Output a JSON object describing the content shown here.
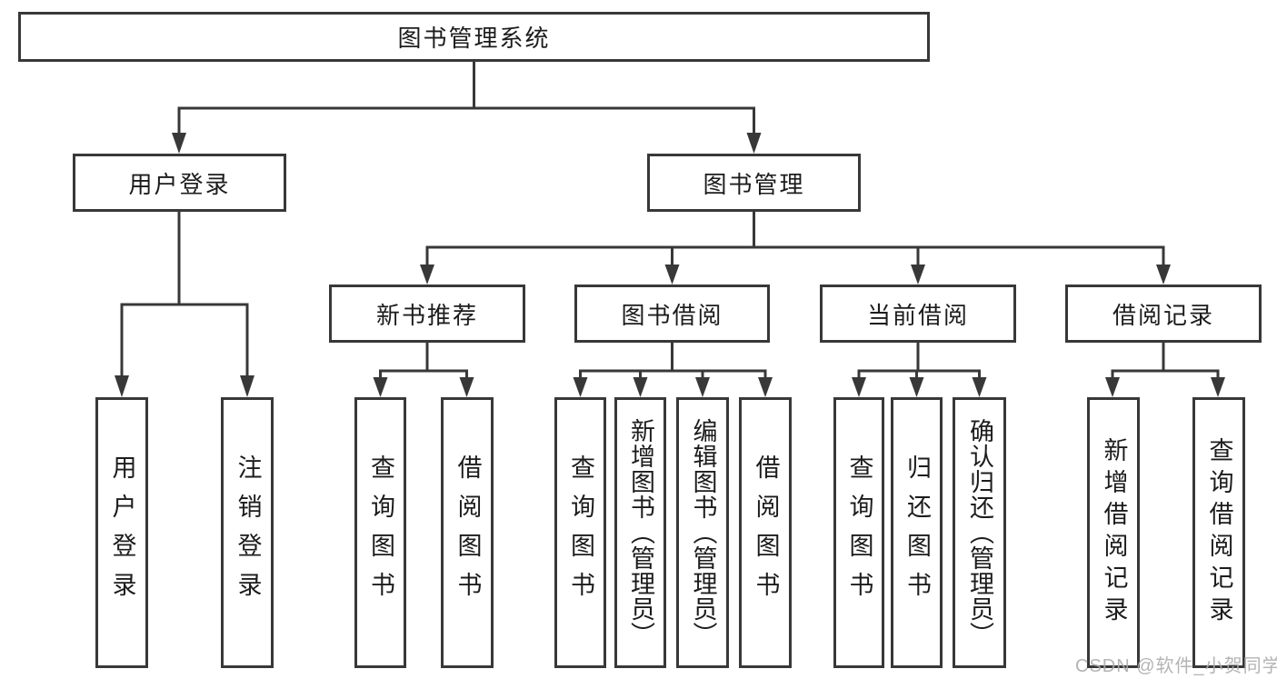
{
  "tree": {
    "root": {
      "label": "图书管理系统"
    },
    "branches": [
      {
        "label": "用户登录",
        "leaves": [
          {
            "label": "用户登录"
          },
          {
            "label": "注销登录"
          }
        ]
      },
      {
        "label": "图书管理",
        "groups": [
          {
            "label": "新书推荐",
            "leaves": [
              {
                "label": "查询图书"
              },
              {
                "label": "借阅图书"
              }
            ]
          },
          {
            "label": "图书借阅",
            "leaves": [
              {
                "label": "查询图书"
              },
              {
                "label": "新增图书（管理员）"
              },
              {
                "label": "编辑图书（管理员）"
              },
              {
                "label": "借阅图书"
              }
            ]
          },
          {
            "label": "当前借阅",
            "leaves": [
              {
                "label": "查询图书"
              },
              {
                "label": "归还图书"
              },
              {
                "label": "确认归还（管理员）"
              }
            ]
          },
          {
            "label": "借阅记录",
            "leaves": [
              {
                "label": "新增借阅记录"
              },
              {
                "label": "查询借阅记录"
              }
            ]
          }
        ]
      }
    ]
  },
  "watermark": {
    "text": "CSDN @软件_小贺同学"
  },
  "colors": {
    "line": "#383838",
    "box_border": "#383838",
    "text": "#1c1c1c",
    "watermark": "#acacac"
  }
}
